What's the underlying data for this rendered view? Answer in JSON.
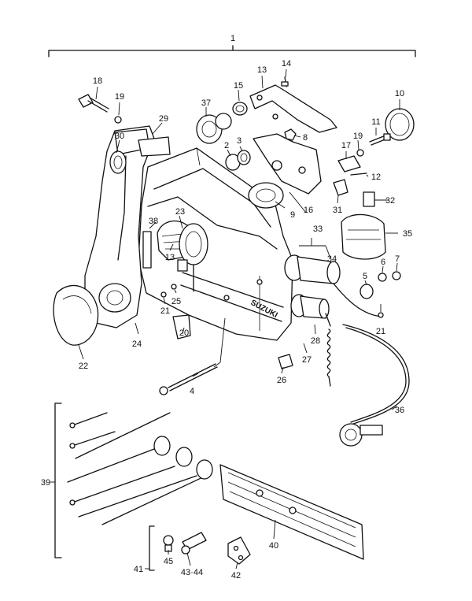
{
  "diagram": {
    "callouts": [
      {
        "id": "p1",
        "label": "1"
      },
      {
        "id": "p2",
        "label": "2"
      },
      {
        "id": "p3",
        "label": "3"
      },
      {
        "id": "p4",
        "label": "4"
      },
      {
        "id": "p5",
        "label": "5"
      },
      {
        "id": "p6",
        "label": "6"
      },
      {
        "id": "p7",
        "label": "7"
      },
      {
        "id": "p8",
        "label": "8"
      },
      {
        "id": "p9",
        "label": "9"
      },
      {
        "id": "p10",
        "label": "10"
      },
      {
        "id": "p11",
        "label": "11"
      },
      {
        "id": "p12",
        "label": "12"
      },
      {
        "id": "p13a",
        "label": "13"
      },
      {
        "id": "p13b",
        "label": "13"
      },
      {
        "id": "p14",
        "label": "14"
      },
      {
        "id": "p15",
        "label": "15"
      },
      {
        "id": "p16",
        "label": "16"
      },
      {
        "id": "p17",
        "label": "17"
      },
      {
        "id": "p18",
        "label": "18"
      },
      {
        "id": "p19a",
        "label": "19"
      },
      {
        "id": "p19b",
        "label": "19"
      },
      {
        "id": "p20",
        "label": "20"
      },
      {
        "id": "p21a",
        "label": "21"
      },
      {
        "id": "p21b",
        "label": "21"
      },
      {
        "id": "p22",
        "label": "22"
      },
      {
        "id": "p23",
        "label": "23"
      },
      {
        "id": "p24",
        "label": "24"
      },
      {
        "id": "p25",
        "label": "25"
      },
      {
        "id": "p26",
        "label": "26"
      },
      {
        "id": "p27",
        "label": "27"
      },
      {
        "id": "p28",
        "label": "28"
      },
      {
        "id": "p29",
        "label": "29"
      },
      {
        "id": "p30",
        "label": "30"
      },
      {
        "id": "p31",
        "label": "31"
      },
      {
        "id": "p32",
        "label": "32"
      },
      {
        "id": "p33",
        "label": "33"
      },
      {
        "id": "p34",
        "label": "34"
      },
      {
        "id": "p35",
        "label": "35"
      },
      {
        "id": "p36",
        "label": "36"
      },
      {
        "id": "p37",
        "label": "37"
      },
      {
        "id": "p38",
        "label": "38"
      },
      {
        "id": "p39",
        "label": "39"
      },
      {
        "id": "p40",
        "label": "40"
      },
      {
        "id": "p41",
        "label": "41"
      },
      {
        "id": "p42",
        "label": "42"
      },
      {
        "id": "p43_44",
        "label": "43·44"
      },
      {
        "id": "p45",
        "label": "45"
      }
    ],
    "brand_text": "SUZUKI"
  }
}
